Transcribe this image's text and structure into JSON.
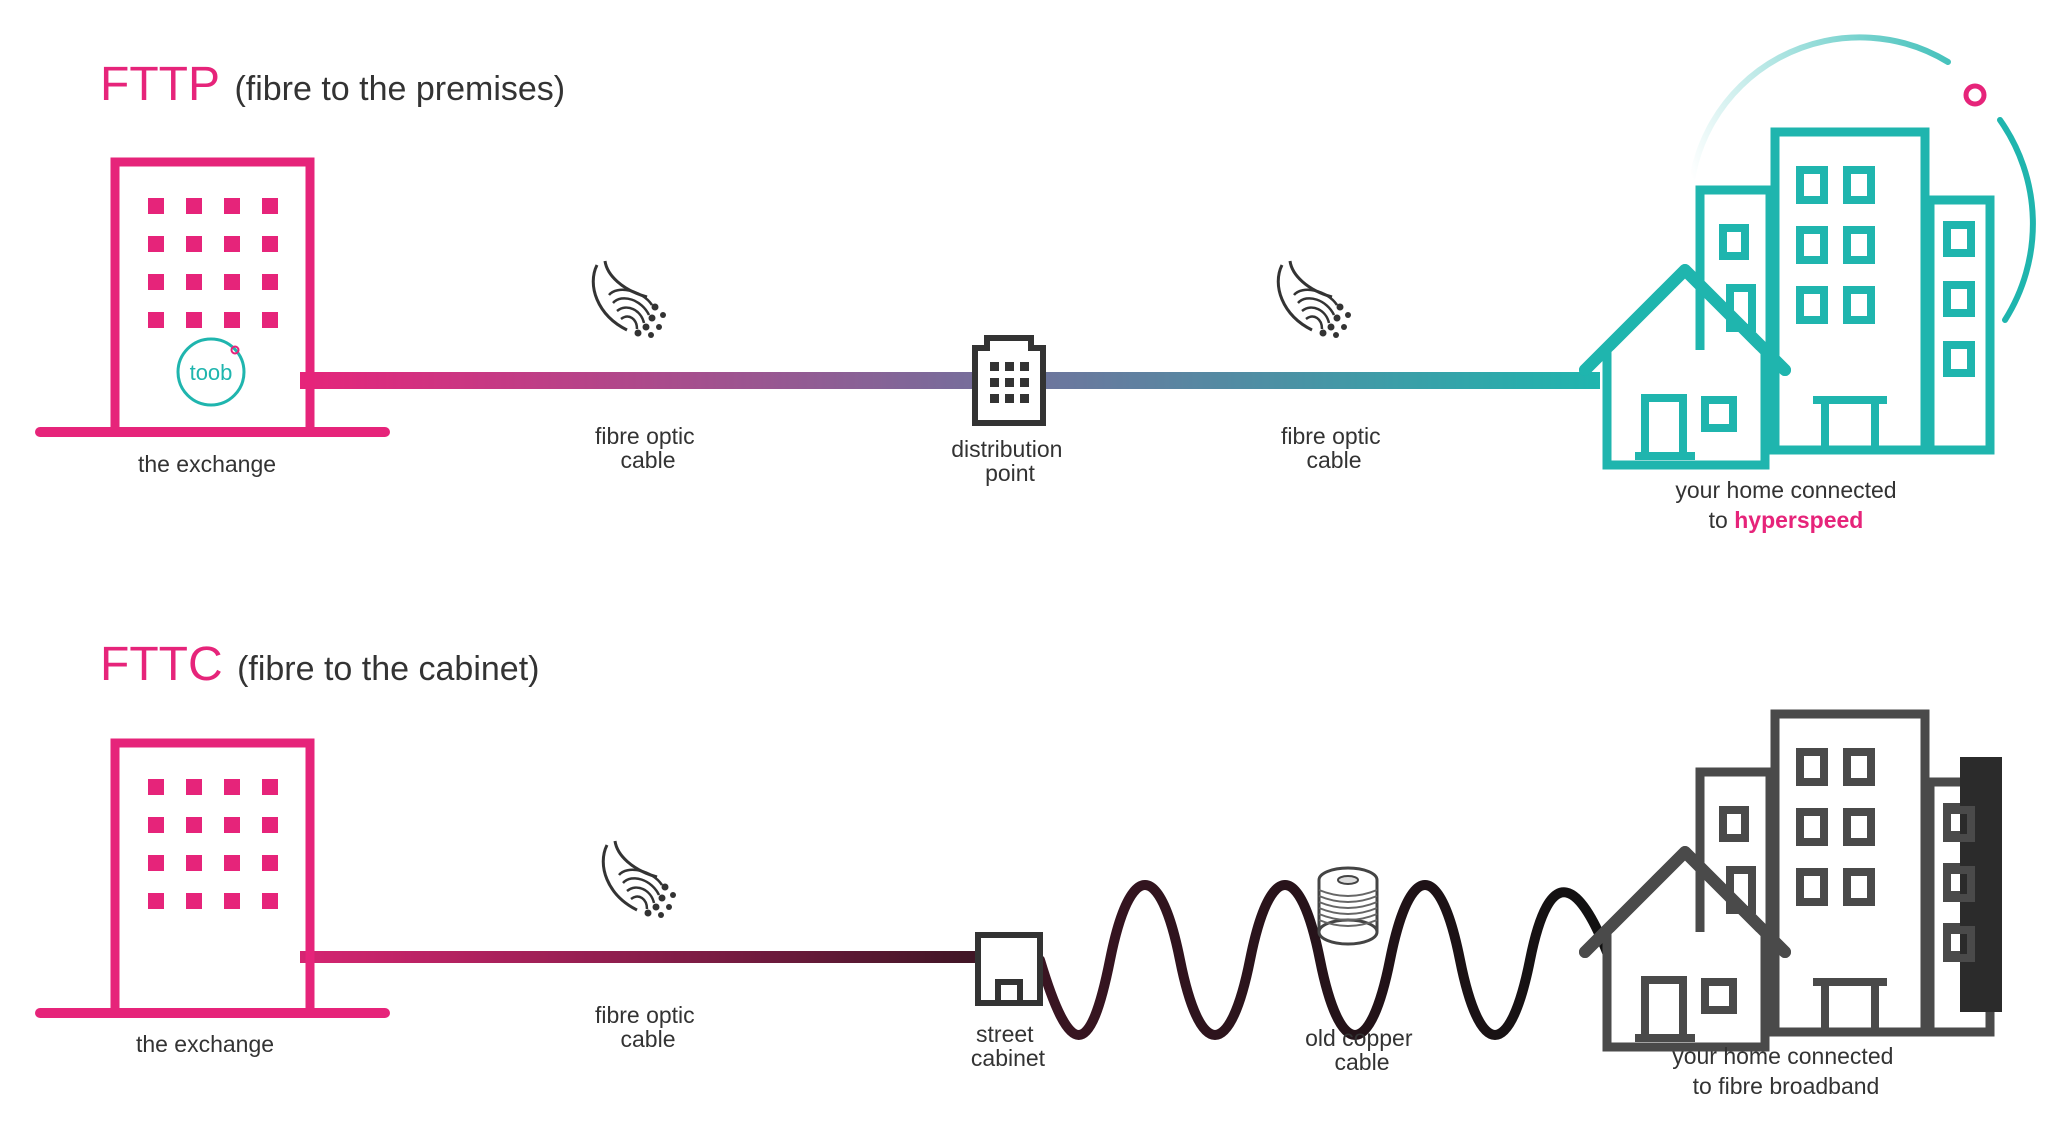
{
  "fttp": {
    "title_main": "FTTP",
    "title_sub": "(fibre to the premises)",
    "exchange_label": "the exchange",
    "logo_text": "toob",
    "cable1_label_line1": "fibre optic",
    "cable1_label_line2": "cable",
    "dp_label_line1": "distribution",
    "dp_label_line2": "point",
    "cable2_label_line1": "fibre optic",
    "cable2_label_line2": "cable",
    "home_label_line1": "your home connected",
    "home_label_line2_prefix": "to ",
    "home_label_line2_highlight": "hyperspeed"
  },
  "fttc": {
    "title_main": "FTTC",
    "title_sub": "(fibre to the cabinet)",
    "exchange_label": "the exchange",
    "cable1_label_line1": "fibre optic",
    "cable1_label_line2": "cable",
    "cabinet_label_line1": "street",
    "cabinet_label_line2": "cabinet",
    "copper_label_line1": "old copper",
    "copper_label_line2": "cable",
    "home_label_line1": "your home connected",
    "home_label_line2": "to fibre broadband"
  },
  "colors": {
    "pink": "#e6247a",
    "teal": "#1fb5ae",
    "grey": "#4a4a4a",
    "dark": "#2b2b2b",
    "text": "#333333"
  },
  "icons": {
    "exchange": "office-building-icon",
    "fibre": "fibre-strands-icon",
    "distribution_point": "distribution-point-icon",
    "street_cabinet": "street-cabinet-icon",
    "copper_spool": "cable-spool-icon",
    "home": "house-and-apartments-icon",
    "logo": "toob-logo-icon"
  }
}
